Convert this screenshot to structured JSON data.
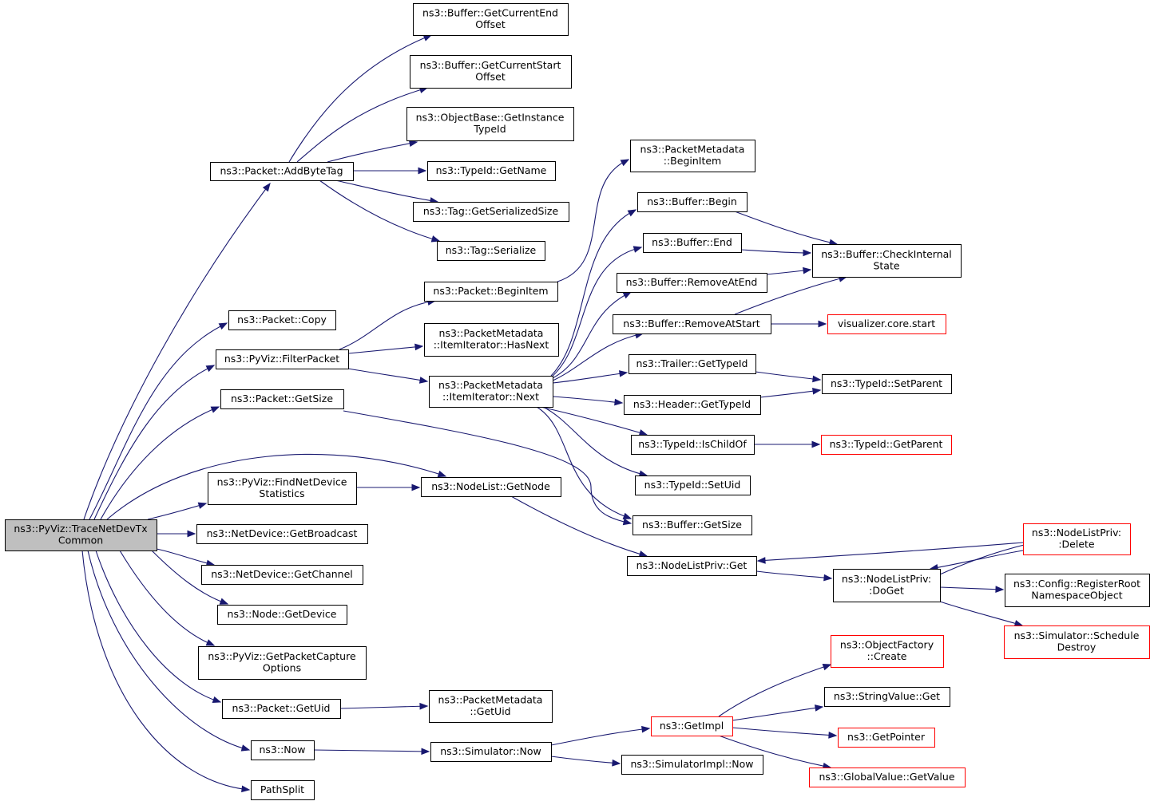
{
  "style": {
    "edge_color": "#191970",
    "border_normal": "#000000",
    "border_truncated": "#ff0000",
    "fill_root": "#bfbfbf",
    "fill_normal": "#ffffff"
  },
  "nodes": [
    {
      "id": "root",
      "lines": [
        "ns3::PyViz::TraceNetDevTx",
        "Common"
      ],
      "kind": "root"
    },
    {
      "id": "addbytetag",
      "lines": [
        "ns3::Packet::AddByteTag"
      ],
      "kind": "normal"
    },
    {
      "id": "getcurrentendoffset",
      "lines": [
        "ns3::Buffer::GetCurrentEnd",
        "Offset"
      ],
      "kind": "normal"
    },
    {
      "id": "getcurrentstartoffset",
      "lines": [
        "ns3::Buffer::GetCurrentStart",
        "Offset"
      ],
      "kind": "normal"
    },
    {
      "id": "getinstancetypeid",
      "lines": [
        "ns3::ObjectBase::GetInstance",
        "TypeId"
      ],
      "kind": "normal"
    },
    {
      "id": "typeidgetname",
      "lines": [
        "ns3::TypeId::GetName"
      ],
      "kind": "normal"
    },
    {
      "id": "taggetserializedsize",
      "lines": [
        "ns3::Tag::GetSerializedSize"
      ],
      "kind": "normal"
    },
    {
      "id": "tagserialize",
      "lines": [
        "ns3::Tag::Serialize"
      ],
      "kind": "normal"
    },
    {
      "id": "packetcopy",
      "lines": [
        "ns3::Packet::Copy"
      ],
      "kind": "normal"
    },
    {
      "id": "filterpacket",
      "lines": [
        "ns3::PyViz::FilterPacket"
      ],
      "kind": "normal"
    },
    {
      "id": "packetbeginitem",
      "lines": [
        "ns3::Packet::BeginItem"
      ],
      "kind": "normal"
    },
    {
      "id": "pmbeginitem",
      "lines": [
        "ns3::PacketMetadata",
        "::BeginItem"
      ],
      "kind": "normal"
    },
    {
      "id": "hasnext",
      "lines": [
        "ns3::PacketMetadata",
        "::ItemIterator::HasNext"
      ],
      "kind": "normal"
    },
    {
      "id": "iternext",
      "lines": [
        "ns3::PacketMetadata",
        "::ItemIterator::Next"
      ],
      "kind": "normal"
    },
    {
      "id": "bufferbegin",
      "lines": [
        "ns3::Buffer::Begin"
      ],
      "kind": "normal"
    },
    {
      "id": "bufferend",
      "lines": [
        "ns3::Buffer::End"
      ],
      "kind": "normal"
    },
    {
      "id": "removeatend",
      "lines": [
        "ns3::Buffer::RemoveAtEnd"
      ],
      "kind": "normal"
    },
    {
      "id": "removeatstart",
      "lines": [
        "ns3::Buffer::RemoveAtStart"
      ],
      "kind": "normal"
    },
    {
      "id": "checkinternal",
      "lines": [
        "ns3::Buffer::CheckInternal",
        "State"
      ],
      "kind": "normal"
    },
    {
      "id": "vizstart",
      "lines": [
        "visualizer.core.start"
      ],
      "kind": "truncated"
    },
    {
      "id": "trailergettypeid",
      "lines": [
        "ns3::Trailer::GetTypeId"
      ],
      "kind": "normal"
    },
    {
      "id": "headergettypeid",
      "lines": [
        "ns3::Header::GetTypeId"
      ],
      "kind": "normal"
    },
    {
      "id": "setparent",
      "lines": [
        "ns3::TypeId::SetParent"
      ],
      "kind": "normal"
    },
    {
      "id": "ischildof",
      "lines": [
        "ns3::TypeId::IsChildOf"
      ],
      "kind": "normal"
    },
    {
      "id": "getparent",
      "lines": [
        "ns3::TypeId::GetParent"
      ],
      "kind": "truncated"
    },
    {
      "id": "setuid",
      "lines": [
        "ns3::TypeId::SetUid"
      ],
      "kind": "normal"
    },
    {
      "id": "packetgetsize",
      "lines": [
        "ns3::Packet::GetSize"
      ],
      "kind": "normal"
    },
    {
      "id": "buffergetsize",
      "lines": [
        "ns3::Buffer::GetSize"
      ],
      "kind": "normal"
    },
    {
      "id": "findnetdevice",
      "lines": [
        "ns3::PyViz::FindNetDevice",
        "Statistics"
      ],
      "kind": "normal"
    },
    {
      "id": "nodelistgetnode",
      "lines": [
        "ns3::NodeList::GetNode"
      ],
      "kind": "normal"
    },
    {
      "id": "getbroadcast",
      "lines": [
        "ns3::NetDevice::GetBroadcast"
      ],
      "kind": "normal"
    },
    {
      "id": "getchannel",
      "lines": [
        "ns3::NetDevice::GetChannel"
      ],
      "kind": "normal"
    },
    {
      "id": "nodegetdevice",
      "lines": [
        "ns3::Node::GetDevice"
      ],
      "kind": "normal"
    },
    {
      "id": "getpacketcapture",
      "lines": [
        "ns3::PyViz::GetPacketCapture",
        "Options"
      ],
      "kind": "normal"
    },
    {
      "id": "packetgetuid",
      "lines": [
        "ns3::Packet::GetUid"
      ],
      "kind": "normal"
    },
    {
      "id": "pmgetuid",
      "lines": [
        "ns3::PacketMetadata",
        "::GetUid"
      ],
      "kind": "normal"
    },
    {
      "id": "ns3now",
      "lines": [
        "ns3::Now"
      ],
      "kind": "normal"
    },
    {
      "id": "simulatornow",
      "lines": [
        "ns3::Simulator::Now"
      ],
      "kind": "normal"
    },
    {
      "id": "simimplnow",
      "lines": [
        "ns3::SimulatorImpl::Now"
      ],
      "kind": "normal"
    },
    {
      "id": "getimpl",
      "lines": [
        "ns3::GetImpl"
      ],
      "kind": "truncated"
    },
    {
      "id": "objectfactorycreate",
      "lines": [
        "ns3::ObjectFactory",
        "::Create"
      ],
      "kind": "truncated"
    },
    {
      "id": "stringvalueget",
      "lines": [
        "ns3::StringValue::Get"
      ],
      "kind": "normal"
    },
    {
      "id": "getpointer",
      "lines": [
        "ns3::GetPointer"
      ],
      "kind": "truncated"
    },
    {
      "id": "globalvaluegetvalue",
      "lines": [
        "ns3::GlobalValue::GetValue"
      ],
      "kind": "truncated"
    },
    {
      "id": "pathsplit",
      "lines": [
        "PathSplit"
      ],
      "kind": "normal"
    },
    {
      "id": "nodelistprivget",
      "lines": [
        "ns3::NodeListPriv::Get"
      ],
      "kind": "normal"
    },
    {
      "id": "nodelistprivdoget",
      "lines": [
        "ns3::NodeListPriv:",
        ":DoGet"
      ],
      "kind": "normal"
    },
    {
      "id": "nodelistprivdelete",
      "lines": [
        "ns3::NodeListPriv:",
        ":Delete"
      ],
      "kind": "truncated"
    },
    {
      "id": "registerroot",
      "lines": [
        "ns3::Config::RegisterRoot",
        "NamespaceObject"
      ],
      "kind": "normal"
    },
    {
      "id": "scheduledestroy",
      "lines": [
        "ns3::Simulator::Schedule",
        "Destroy"
      ],
      "kind": "truncated"
    }
  ],
  "edges": [
    {
      "from": "root",
      "to": "addbytetag"
    },
    {
      "from": "root",
      "to": "packetcopy"
    },
    {
      "from": "root",
      "to": "filterpacket"
    },
    {
      "from": "root",
      "to": "packetgetsize"
    },
    {
      "from": "root",
      "to": "nodelistgetnode"
    },
    {
      "from": "root",
      "to": "findnetdevice"
    },
    {
      "from": "root",
      "to": "getbroadcast"
    },
    {
      "from": "root",
      "to": "getchannel"
    },
    {
      "from": "root",
      "to": "nodegetdevice"
    },
    {
      "from": "root",
      "to": "getpacketcapture"
    },
    {
      "from": "root",
      "to": "packetgetuid"
    },
    {
      "from": "root",
      "to": "ns3now"
    },
    {
      "from": "root",
      "to": "pathsplit"
    },
    {
      "from": "addbytetag",
      "to": "getcurrentendoffset"
    },
    {
      "from": "addbytetag",
      "to": "getcurrentstartoffset"
    },
    {
      "from": "addbytetag",
      "to": "getinstancetypeid"
    },
    {
      "from": "addbytetag",
      "to": "typeidgetname"
    },
    {
      "from": "addbytetag",
      "to": "taggetserializedsize"
    },
    {
      "from": "addbytetag",
      "to": "tagserialize"
    },
    {
      "from": "filterpacket",
      "to": "packetbeginitem"
    },
    {
      "from": "filterpacket",
      "to": "hasnext"
    },
    {
      "from": "filterpacket",
      "to": "iternext"
    },
    {
      "from": "packetbeginitem",
      "to": "pmbeginitem"
    },
    {
      "from": "iternext",
      "to": "bufferbegin"
    },
    {
      "from": "iternext",
      "to": "bufferend"
    },
    {
      "from": "iternext",
      "to": "removeatend"
    },
    {
      "from": "iternext",
      "to": "removeatstart"
    },
    {
      "from": "iternext",
      "to": "trailergettypeid"
    },
    {
      "from": "iternext",
      "to": "headergettypeid"
    },
    {
      "from": "iternext",
      "to": "ischildof"
    },
    {
      "from": "iternext",
      "to": "setuid"
    },
    {
      "from": "iternext",
      "to": "buffergetsize"
    },
    {
      "from": "bufferbegin",
      "to": "checkinternal"
    },
    {
      "from": "bufferend",
      "to": "checkinternal"
    },
    {
      "from": "removeatend",
      "to": "checkinternal"
    },
    {
      "from": "removeatstart",
      "to": "checkinternal"
    },
    {
      "from": "removeatstart",
      "to": "vizstart"
    },
    {
      "from": "trailergettypeid",
      "to": "setparent"
    },
    {
      "from": "headergettypeid",
      "to": "setparent"
    },
    {
      "from": "ischildof",
      "to": "getparent"
    },
    {
      "from": "packetgetsize",
      "to": "buffergetsize"
    },
    {
      "from": "findnetdevice",
      "to": "nodelistgetnode"
    },
    {
      "from": "nodelistgetnode",
      "to": "nodelistprivget"
    },
    {
      "from": "nodelistprivget",
      "to": "nodelistprivdoget"
    },
    {
      "from": "nodelistprivdoget",
      "to": "nodelistprivdelete"
    },
    {
      "from": "nodelistprivdoget",
      "to": "registerroot"
    },
    {
      "from": "nodelistprivdoget",
      "to": "scheduledestroy"
    },
    {
      "from": "nodelistprivdelete",
      "to": "nodelistprivget"
    },
    {
      "from": "nodelistprivdelete",
      "to": "nodelistprivdoget"
    },
    {
      "from": "packetgetuid",
      "to": "pmgetuid"
    },
    {
      "from": "ns3now",
      "to": "simulatornow"
    },
    {
      "from": "simulatornow",
      "to": "getimpl"
    },
    {
      "from": "simulatornow",
      "to": "simimplnow"
    },
    {
      "from": "getimpl",
      "to": "objectfactorycreate"
    },
    {
      "from": "getimpl",
      "to": "stringvalueget"
    },
    {
      "from": "getimpl",
      "to": "getpointer"
    },
    {
      "from": "getimpl",
      "to": "globalvaluegetvalue"
    }
  ]
}
